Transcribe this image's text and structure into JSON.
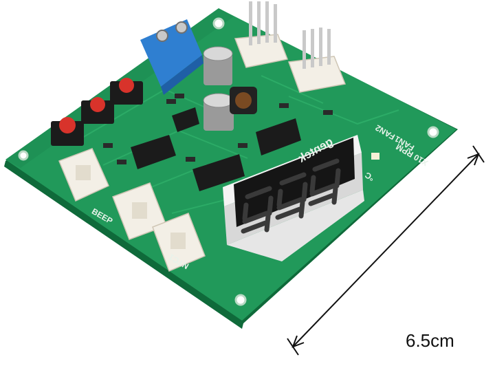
{
  "photo": {
    "subject": "pcb-fan-controller",
    "colors": {
      "background": "#ffffff",
      "pcb": "#21995a",
      "pcb_edge": "#17834a",
      "pcb_shadow": "#0f6a3a",
      "connector": "#f3efe6",
      "terminal": "#2f7fd1",
      "button": "#d8332b",
      "display_body": "#f4f4f4",
      "display_face": "#151515",
      "segment_off": "#3a3a3a",
      "chip": "#1b1b1b",
      "pin": "#c9c9c9"
    },
    "display_digits": [
      "8",
      "8",
      "8"
    ]
  },
  "silkscreen": {
    "brand": "gentek",
    "fan2": "FAN2",
    "fan1": "FAN1",
    "rpm": "X10 RPM",
    "celsius": "°C",
    "beep": "BEEP",
    "ntc1": "NTC1"
  },
  "dimension": {
    "label": "6.5cm"
  }
}
